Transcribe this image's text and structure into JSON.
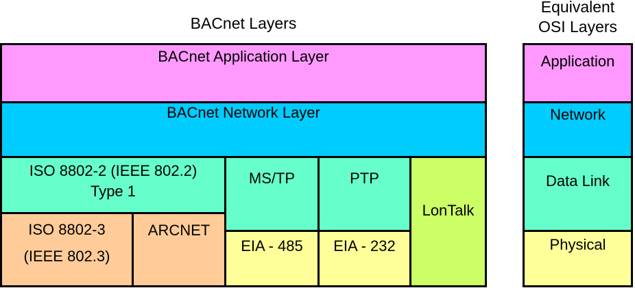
{
  "titles": {
    "bacnet": "BACnet Layers",
    "osi_line1": "Equivalent",
    "osi_line2": "OSI Layers"
  },
  "colors": {
    "application_pink": "#FF99FF",
    "network_cyan": "#00CCFF",
    "datalink_green": "#66FFCC",
    "physical_yellow": "#FFFF99",
    "lan_orange": "#FFCC99",
    "lontalk_lime": "#CCFF66",
    "border_black": "#000000"
  },
  "bacnet_stack": {
    "application_layer": "BACnet Application Layer",
    "network_layer": "BACnet Network Layer",
    "iso8802_2_line1": "ISO 8802-2 (IEEE 802.2)",
    "iso8802_2_line2": "Type 1",
    "iso8802_3_line1": "ISO 8802-3",
    "iso8802_3_line2": "(IEEE 802.3)",
    "arcnet": "ARCNET",
    "mstp": "MS/TP",
    "ptp": "PTP",
    "eia_485": "EIA - 485",
    "eia_232": "EIA - 232",
    "lontalk": "LonTalk"
  },
  "osi_stack": {
    "application": "Application",
    "network": "Network",
    "data_link": "Data Link",
    "physical": "Physical"
  }
}
